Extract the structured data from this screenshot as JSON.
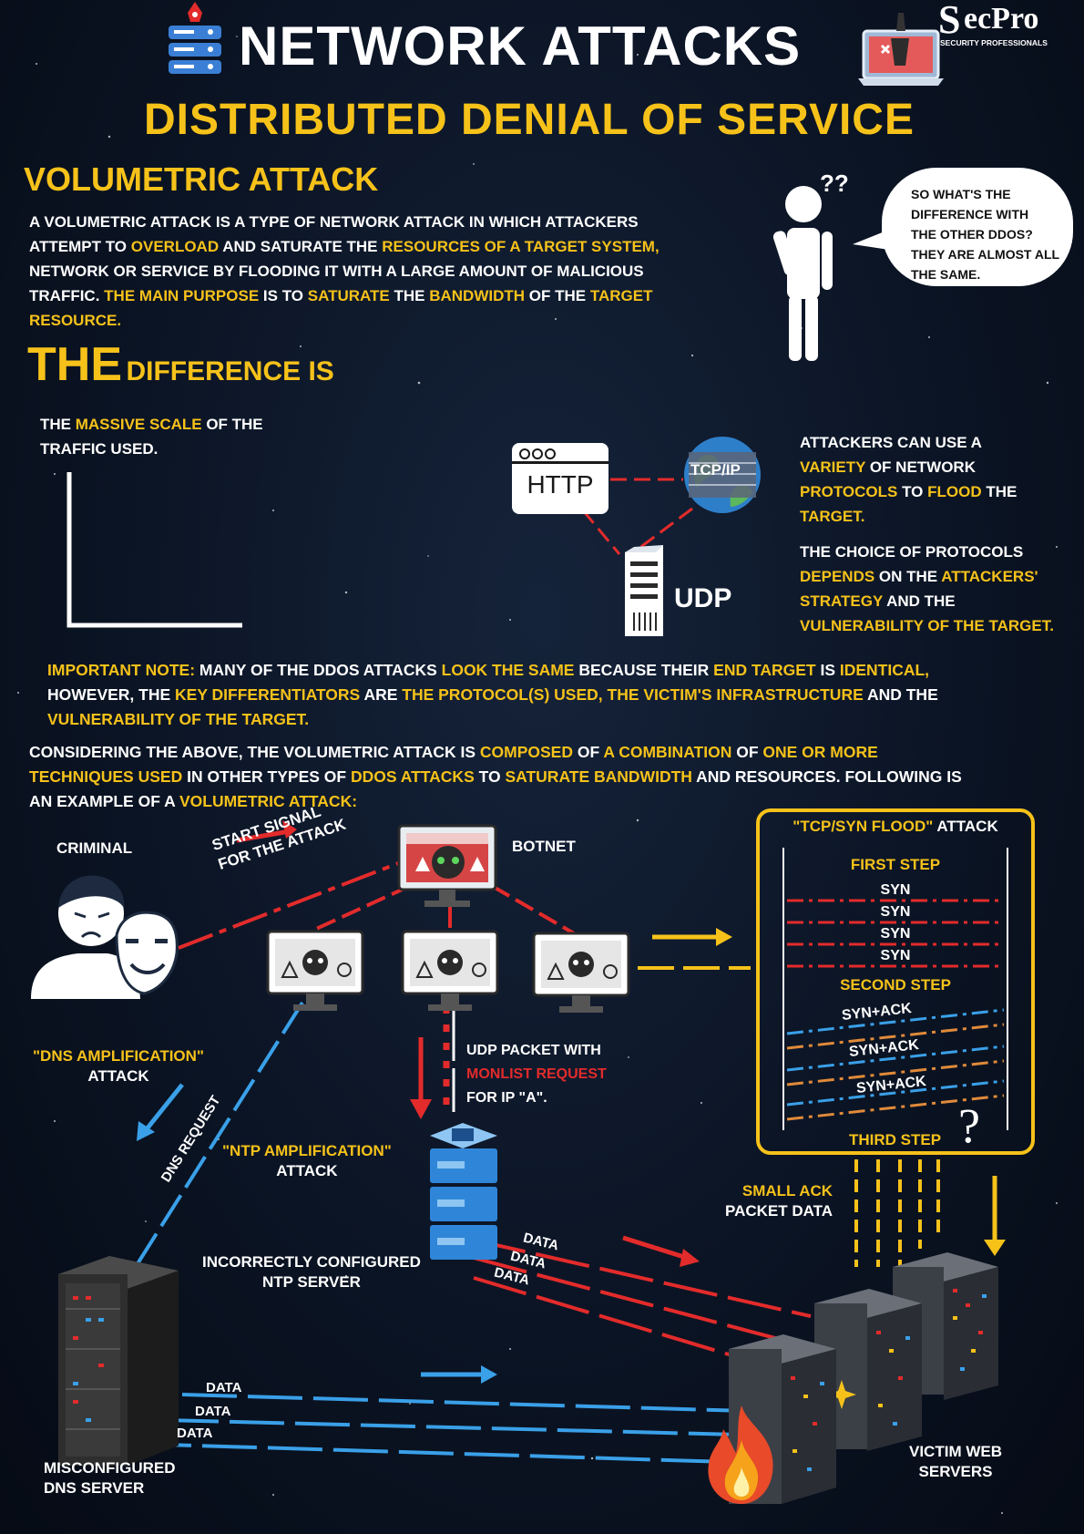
{
  "header": {
    "title": "NETWORK ATTACKS",
    "subtitle": "DISTRIBUTED DENIAL OF SERVICE",
    "brand": "ecPro",
    "brand_initial": "S",
    "brand_tagline": "SECURITY PROFESSIONALS"
  },
  "intro": {
    "heading": "VOLUMETRIC ATTACK",
    "p1": "A VOLUMETRIC ATTACK IS A TYPE OF NETWORK ATTACK IN WHICH ATTACKERS",
    "p2a": "ATTEMPT TO ",
    "p2b": "OVERLOAD",
    "p2c": " AND SATURATE THE ",
    "p2d": "RESOURCES OF A TARGET SYSTEM,",
    "p3": "NETWORK OR SERVICE BY FLOODING IT WITH A LARGE AMOUNT OF MALICIOUS",
    "p4a": "TRAFFIC. ",
    "p4b": "THE MAIN PURPOSE",
    "p4c": " IS TO ",
    "p4d": "SATURATE",
    "p4e": " THE ",
    "p4f": "BANDWIDTH",
    "p4g": " OF THE ",
    "p4h": "TARGET",
    "p5": "RESOURCE."
  },
  "thinker": {
    "marks": "??",
    "bubble1": "SO WHAT'S THE",
    "bubble2": "DIFFERENCE WITH",
    "bubble3": "THE OTHER DDOS?",
    "bubble4": "THEY ARE ALMOST ALL",
    "bubble5": "THE SAME."
  },
  "difference": {
    "heading_big": "THE",
    "heading_rest": "DIFFERENCE IS",
    "scale1a": "THE ",
    "scale1b": "MASSIVE SCALE",
    "scale1c": " OF THE",
    "scale2": "TRAFFIC USED."
  },
  "protocols": {
    "http": "HTTP",
    "tcpip": "TCP/IP",
    "udp": "UDP",
    "t1": "ATTACKERS CAN USE A",
    "t2a": "VARIETY",
    "t2b": " OF NETWORK",
    "t3a": "PROTOCOLS",
    "t3b": " TO ",
    "t3c": "FLOOD",
    "t3d": " THE",
    "t4": "TARGET.",
    "t5": "THE CHOICE OF PROTOCOLS",
    "t6a": "DEPENDS",
    "t6b": " ON THE ",
    "t6c": "ATTACKERS'",
    "t7a": "STRATEGY",
    "t7b": " AND THE",
    "t8": "VULNERABILITY OF THE TARGET."
  },
  "note": {
    "l1a": "IMPORTANT NOTE:",
    "l1b": " MANY OF THE DDOS ATTACKS ",
    "l1c": "LOOK THE SAME",
    "l1d": " BECAUSE THEIR ",
    "l1e": "END TARGET",
    "l1f": " IS ",
    "l1g": "IDENTICAL,",
    "l2a": "HOWEVER, THE ",
    "l2b": "KEY DIFFERENTIATORS",
    "l2c": " ARE ",
    "l2d": "THE PROTOCOL(S) USED, THE VICTIM'S INFRASTRUCTURE",
    "l2e": " AND THE",
    "l3": "VULNERABILITY OF THE TARGET."
  },
  "summary": {
    "l1a": "CONSIDERING THE ABOVE, THE VOLUMETRIC ATTACK IS ",
    "l1b": "COMPOSED",
    "l1c": " OF ",
    "l1d": "A COMBINATION",
    "l1e": " OF ",
    "l1f": "ONE OR MORE",
    "l2a": "TECHNIQUES USED",
    "l2b": " IN OTHER TYPES OF ",
    "l2c": "DDOS ATTACKS",
    "l2d": " TO ",
    "l2e": "SATURATE BANDWIDTH",
    "l2f": " AND RESOURCES. FOLLOWING IS",
    "l3a": "AN EXAMPLE OF A ",
    "l3b": "VOLUMETRIC ATTACK:"
  },
  "diagram": {
    "criminal": "CRIMINAL",
    "start1": "START SIGNAL",
    "start2": "FOR THE ATTACK",
    "botnet": "BOTNET",
    "dns_attack1": "\"DNS AMPLIFICATION\"",
    "dns_attack2": "ATTACK",
    "dns_request": "DNS REQUEST",
    "udp1": "UDP PACKET WITH",
    "udp2": "MONLIST REQUEST",
    "udp3": "FOR IP \"A\".",
    "ntp_attack1": "\"NTP AMPLIFICATION\"",
    "ntp_attack2": "ATTACK",
    "ntp_server1": "INCORRECTLY CONFIGURED",
    "ntp_server2": "NTP SERVER",
    "dns_server1": "MISCONFIGURED",
    "dns_server2": "DNS SERVER",
    "data": "DATA",
    "small_ack1": "SMALL ACK",
    "small_ack2": "PACKET DATA",
    "victim1": "VICTIM WEB",
    "victim2": "SERVERS"
  },
  "tcp": {
    "title_a": "\"TCP/SYN FLOOD\"",
    "title_b": " ATTACK",
    "first": "FIRST STEP",
    "syn": "SYN",
    "second": "SECOND STEP",
    "synack": "SYN+ACK",
    "third": "THIRD STEP",
    "question": "?"
  },
  "colors": {
    "yellow": "#f6c21a",
    "red": "#e32b2b",
    "blue": "#3aa0e8",
    "orange": "#e08a3a"
  }
}
